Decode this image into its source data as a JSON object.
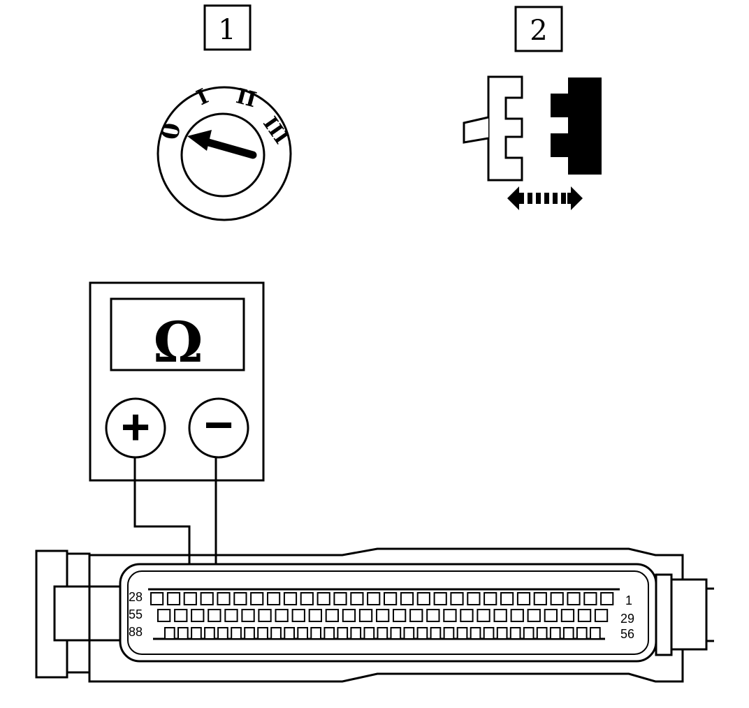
{
  "step_labels": [
    "1",
    "2"
  ],
  "ignition": {
    "positions": [
      "0",
      "I",
      "II",
      "III"
    ],
    "selected": "0"
  },
  "meter": {
    "unit_symbol": "Ω",
    "plus_symbol": "+",
    "minus_symbol": "−"
  },
  "connector": {
    "pins_per_row": [
      28,
      27,
      33
    ],
    "row_labels_left": [
      "28",
      "55",
      "88"
    ],
    "row_labels_right": [
      "1",
      "29",
      "56"
    ],
    "probe_plus_pin": 25,
    "probe_minus_pin": 24
  },
  "colors": {
    "ink": "#000000",
    "paper": "#ffffff"
  }
}
